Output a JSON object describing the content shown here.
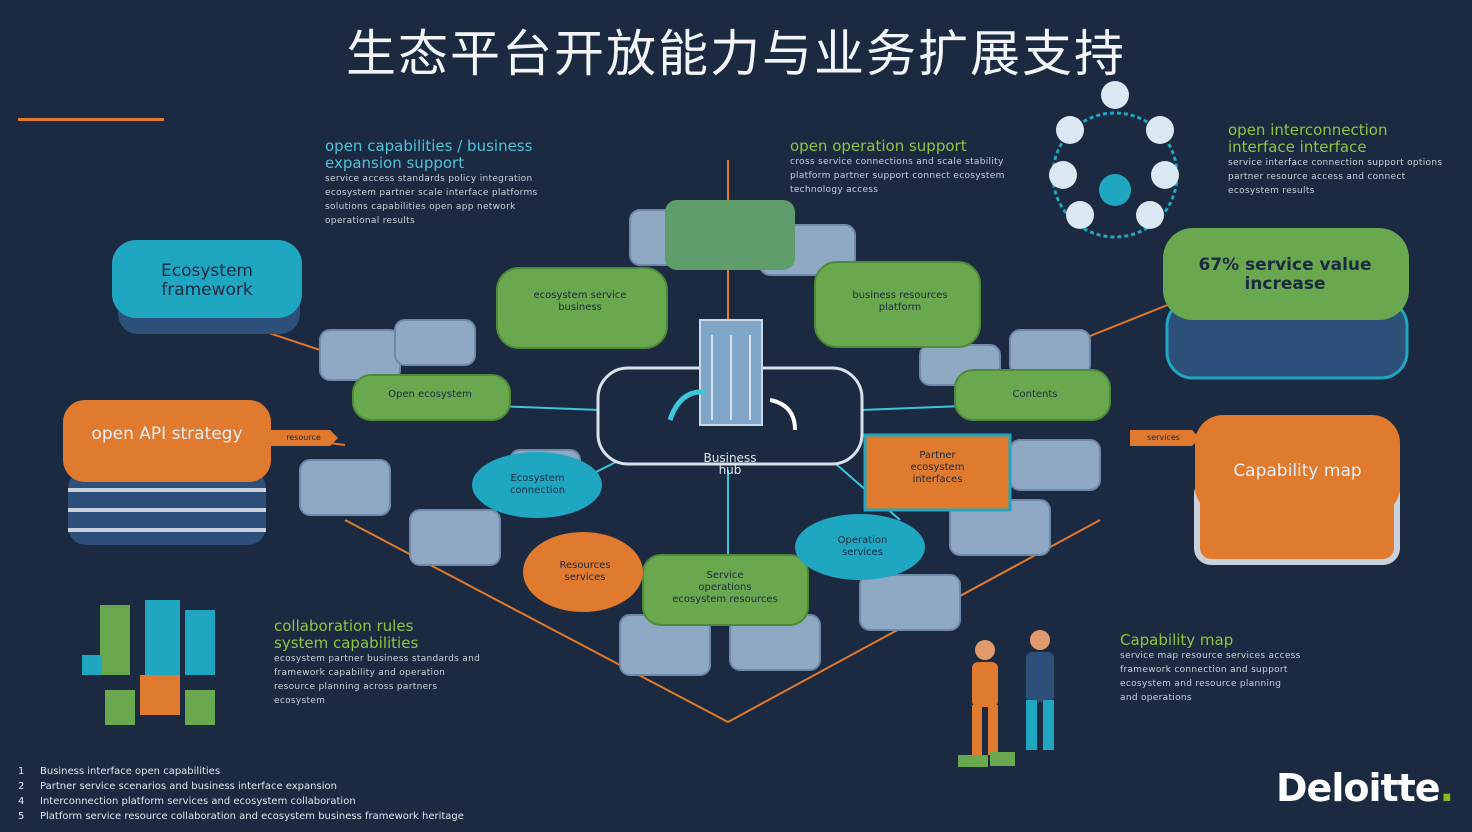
{
  "title": "生态平台开放能力与业务扩展支持",
  "top_left": {
    "heading_line1": "open capabilities / business",
    "heading_line2": "expansion support",
    "lines": [
      "service access standards policy integration",
      "ecosystem partner scale interface platforms",
      "solutions capabilities open app network",
      "operational results"
    ]
  },
  "top_center": {
    "heading": "open operation support",
    "lines": [
      "cross service connections and scale stability",
      "platform partner support connect ecosystem",
      "technology access"
    ]
  },
  "top_right": {
    "heading_line1": "open interconnection",
    "heading_line2": "interface interface",
    "lines": [
      "service interface connection support options",
      "partner resource access and connect",
      "ecosystem results"
    ]
  },
  "pills": {
    "ecosystem": "Ecosystem framework",
    "api": "open API strategy",
    "service_value": "67% service value increase",
    "capability": "Capability map"
  },
  "center_label": [
    "Business",
    "hub"
  ],
  "nodes": {
    "green_left_top": [
      "ecosystem service",
      "business"
    ],
    "green_right_top": [
      "business resources",
      "platform"
    ],
    "green_left": "Open ecosystem",
    "green_right": "Contents",
    "teal_left": [
      "Ecosystem",
      "connection"
    ],
    "teal_right": [
      "Operation",
      "services"
    ],
    "orange_left": [
      "Resources",
      "services"
    ],
    "orange_right": [
      "Partner",
      "ecosystem",
      "interfaces"
    ],
    "green_bottom": [
      "Service",
      "operations",
      "ecosystem resources"
    ],
    "tag_left": "resource",
    "tag_right": "services"
  },
  "collab": {
    "line1": "collaboration rules",
    "line2": "system capabilities",
    "lines": [
      "ecosystem partner business standards and",
      "framework capability and operation",
      "resource planning across partners",
      "ecosystem"
    ]
  },
  "capmap": {
    "heading": "Capability map",
    "lines": [
      "service map resource services access",
      "framework connection and support",
      "ecosystem and resource planning",
      "and operations"
    ]
  },
  "bottom_list": [
    {
      "n": "1",
      "text": "Business interface open capabilities"
    },
    {
      "n": "2",
      "text": "Partner service scenarios and business interface expansion"
    },
    {
      "n": "4",
      "text": "Interconnection platform services and ecosystem collaboration"
    },
    {
      "n": "5",
      "text": "Platform service resource collaboration and ecosystem business framework heritage"
    }
  ],
  "logo": "Deloitte",
  "colors": {
    "bg": "#1b2a41",
    "teal": "#1fa7c2",
    "green": "#6aa84f",
    "orange": "#e07a2e",
    "tile": "#8fa8c4"
  }
}
